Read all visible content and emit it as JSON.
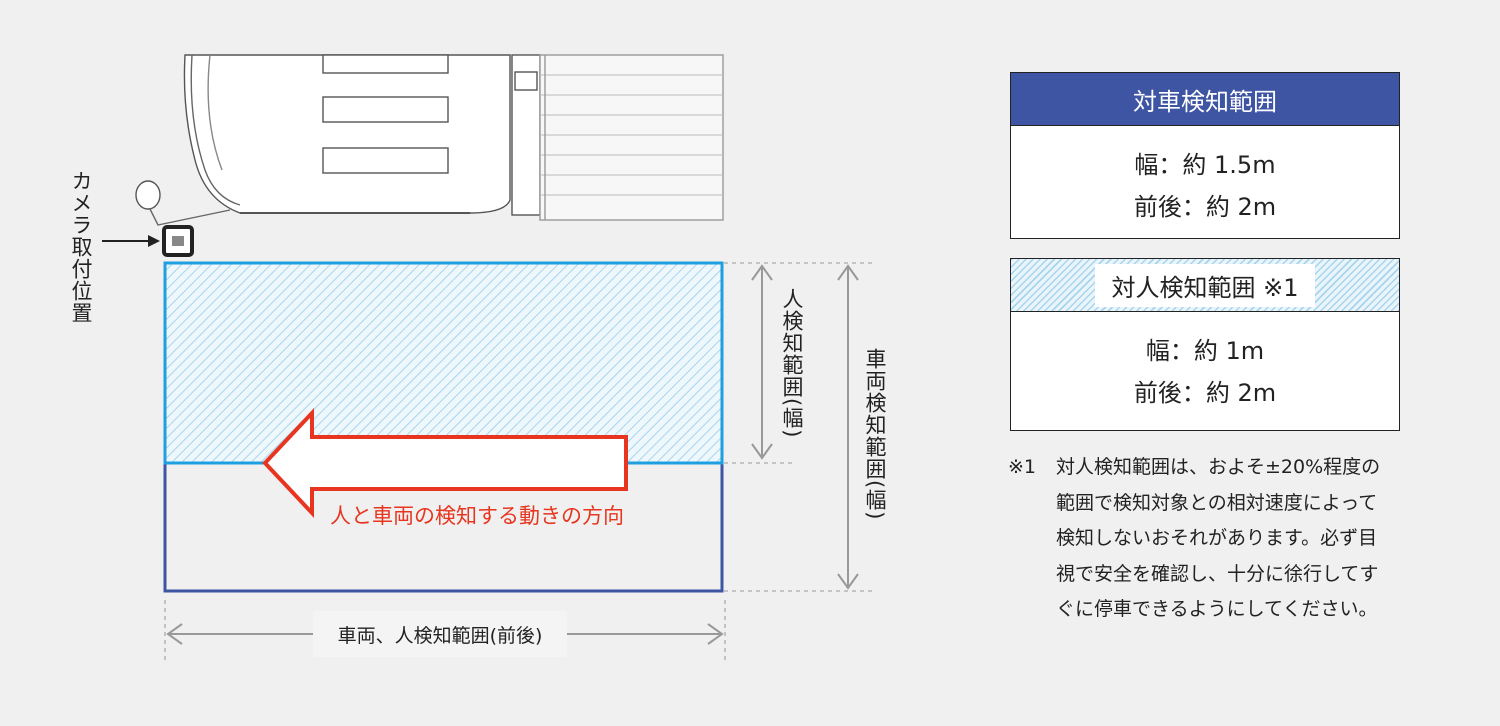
{
  "camera_label": "カメラ取付位置",
  "person_width_label": "人検知範囲(幅)",
  "vehicle_width_label": "車両検知範囲(幅)",
  "direction_label": "人と車両の検知する動きの方向",
  "length_label": "車両、人検知範囲(前後)",
  "vehicle_panel": {
    "title": "対車検知範囲",
    "width": "幅：約 1.5m",
    "length": "前後：約 2m"
  },
  "person_panel": {
    "title": "対人検知範囲 ※1",
    "width": "幅：約 1m",
    "length": "前後：約 2m"
  },
  "footnote": {
    "mark": "※1",
    "text": "対人検知範囲は、およそ±20%程度の範囲で検知対象との相対速度によって検知しないおそれがあります。必ず目視で安全を確認し、十分に徐行してすぐに停車できるようにしてください。"
  },
  "colors": {
    "vehicle_zone_border": "#3d55a3",
    "person_zone_border": "#1e9fe0",
    "direction_arrow": "#e8351f",
    "vehicle_header": "#3d55a3"
  }
}
